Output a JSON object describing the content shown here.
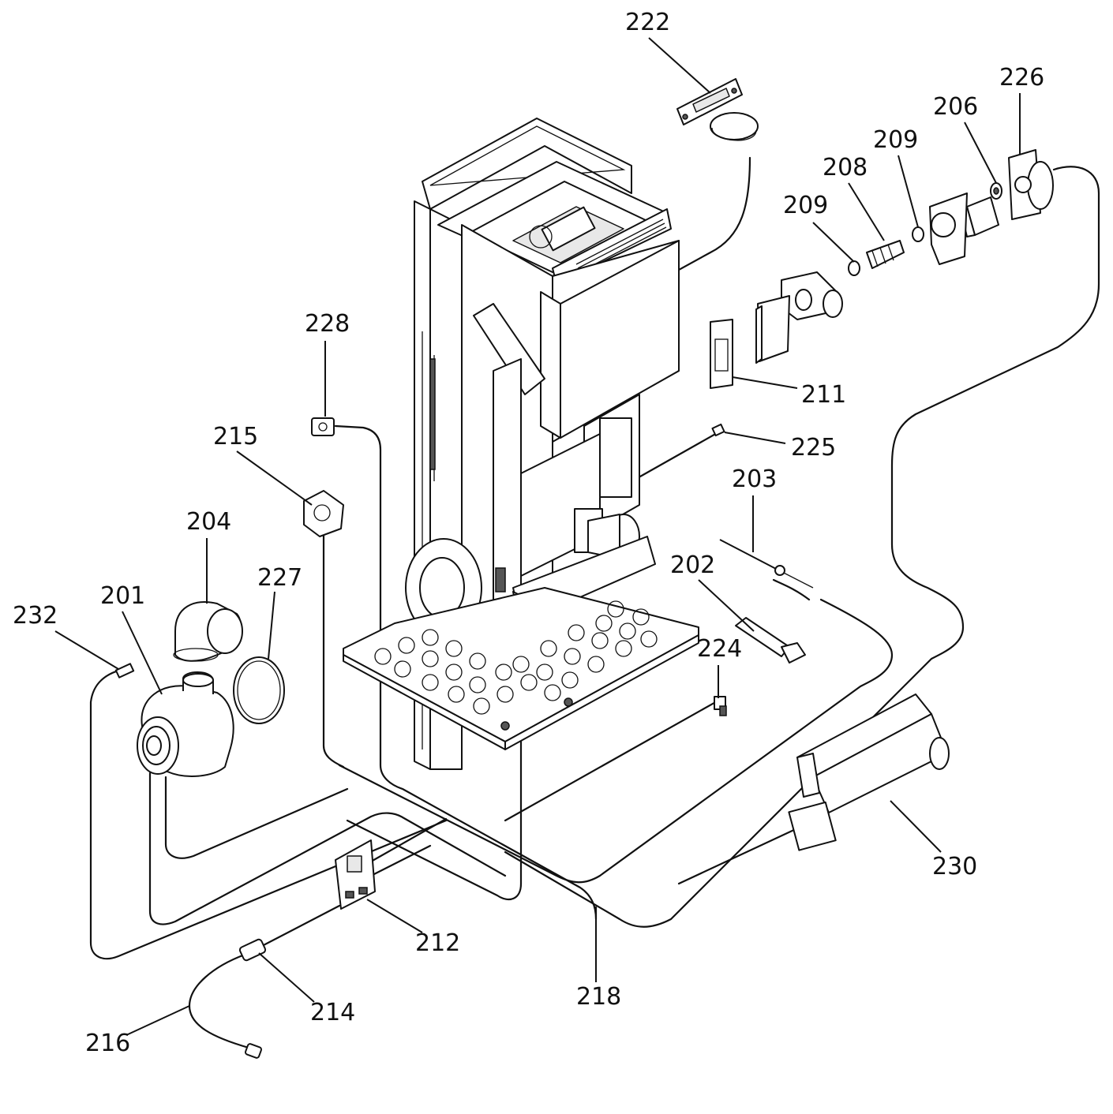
{
  "diagram": {
    "callouts": [
      {
        "id": "c222",
        "text": "222"
      },
      {
        "id": "c226",
        "text": "226"
      },
      {
        "id": "c206",
        "text": "206"
      },
      {
        "id": "c209a",
        "text": "209"
      },
      {
        "id": "c208",
        "text": "208"
      },
      {
        "id": "c209b",
        "text": "209"
      },
      {
        "id": "c211",
        "text": "211"
      },
      {
        "id": "c228",
        "text": "228"
      },
      {
        "id": "c225",
        "text": "225"
      },
      {
        "id": "c215",
        "text": "215"
      },
      {
        "id": "c203",
        "text": "203"
      },
      {
        "id": "c204",
        "text": "204"
      },
      {
        "id": "c202",
        "text": "202"
      },
      {
        "id": "c227",
        "text": "227"
      },
      {
        "id": "c201",
        "text": "201"
      },
      {
        "id": "c232",
        "text": "232"
      },
      {
        "id": "c224",
        "text": "224"
      },
      {
        "id": "c230",
        "text": "230"
      },
      {
        "id": "c212",
        "text": "212"
      },
      {
        "id": "c218",
        "text": "218"
      },
      {
        "id": "c214",
        "text": "214"
      },
      {
        "id": "c216",
        "text": "216"
      }
    ]
  }
}
